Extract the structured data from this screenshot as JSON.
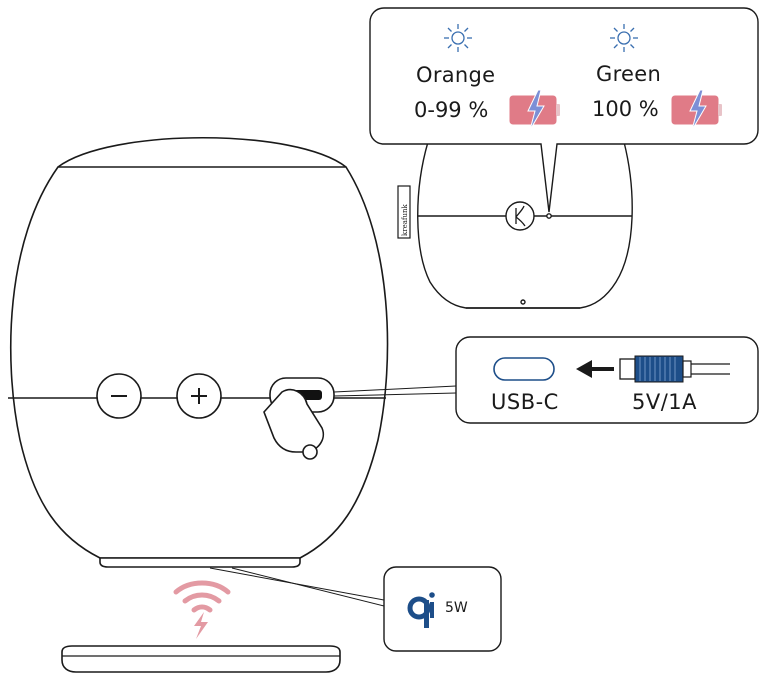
{
  "charge_states": [
    {
      "color_name": "Orange",
      "level": "0-99 %",
      "icon": "sun-icon"
    },
    {
      "color_name": "Green",
      "level": "100 %",
      "icon": "sun-icon"
    }
  ],
  "usb_callout": {
    "port_label": "USB-C",
    "rating_label": "5V/1A",
    "arrow_icon": "arrow-left-icon"
  },
  "qi_callout": {
    "logo": "qi-logo",
    "power_label": "5W"
  },
  "speaker_buttons": [
    "minus-button",
    "plus-button"
  ],
  "brand_mark": "kreafunk",
  "colors": {
    "line": "#1a1a1a",
    "battery_fill": "#e07b87",
    "bolt": "#7c8fd6",
    "led_blue": "#3a6fb0",
    "wireless": "#e39aa3",
    "cable_blue": "#1d4e89"
  }
}
